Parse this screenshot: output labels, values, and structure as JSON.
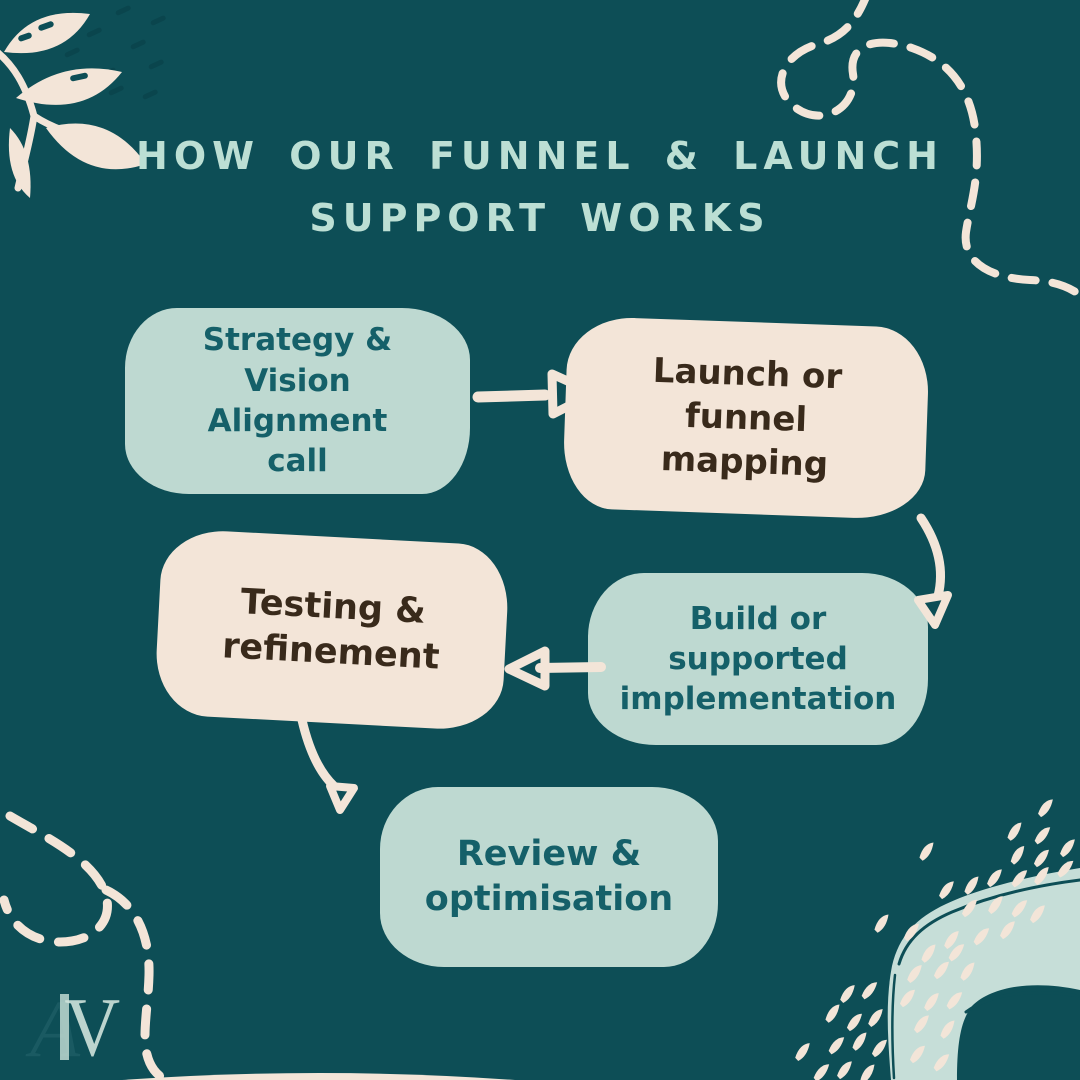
{
  "title": {
    "line1": "HOW OUR FUNNEL & LAUNCH",
    "line2": "SUPPORT WORKS"
  },
  "flow": {
    "steps": [
      {
        "label": "Strategy &\nVision\nAlignment\ncall",
        "variant": "mint"
      },
      {
        "label": "Launch or\nfunnel\nmapping",
        "variant": "cream"
      },
      {
        "label": "Build or\nsupported\nimplementation",
        "variant": "mint"
      },
      {
        "label": "Testing &\nrefinement",
        "variant": "cream"
      },
      {
        "label": "Review &\noptimisation",
        "variant": "mint"
      }
    ],
    "connections": [
      {
        "from": "Strategy & Vision Alignment call",
        "to": "Launch or funnel mapping",
        "direction": "right"
      },
      {
        "from": "Launch or funnel mapping",
        "to": "Build or supported implementation",
        "direction": "down"
      },
      {
        "from": "Build or supported implementation",
        "to": "Testing & refinement",
        "direction": "left"
      },
      {
        "from": "Testing & refinement",
        "to": "Review & optimisation",
        "direction": "down"
      }
    ]
  },
  "logo": {
    "a": "A",
    "v": "V"
  },
  "icons": {
    "leaf_branch": "leaf-branch-icon",
    "dashed_squiggle_top_right": "dashed-squiggle-icon",
    "dashed_squiggle_bottom_left": "dashed-squiggle-icon",
    "corner_blob": "corner-blob-icon",
    "droplets": "droplet-pattern-icon",
    "arrow_1": "arrow-right-icon",
    "arrow_2": "curved-arrow-down-icon",
    "arrow_3": "arrow-left-icon",
    "arrow_4": "curved-arrow-down-icon"
  },
  "colors": {
    "background": "#0d4e56",
    "mint": "#bed9d1",
    "mint_blob": "#c6ded8",
    "cream": "#f3e5d8",
    "teal_text": "#156069",
    "brown_text": "#392a1b",
    "title_text": "#bcdfd4"
  }
}
